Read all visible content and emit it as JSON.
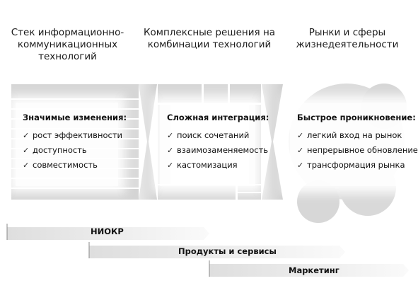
{
  "columns": [
    {
      "title": "Стек информационно-коммуникационных технологий",
      "heading": "Значимые изменения:",
      "items": [
        "рост эффективности",
        "доступность",
        "совместимость"
      ]
    },
    {
      "title": "Комплексные решения на комбинации технологий",
      "heading": "Сложная интеграция:",
      "items": [
        "поиск сочетаний",
        "взаимозаменяемость",
        "кастомизация"
      ]
    },
    {
      "title": "Рынки и сферы жизнедеятельности",
      "heading": "Быстрое проникновение:",
      "items": [
        "легкий вход на рынок",
        "непрерывное обновление",
        "трансформация рынка"
      ]
    }
  ],
  "bars": [
    {
      "label": "НИОКР"
    },
    {
      "label": "Продукты и сервисы"
    },
    {
      "label": "Маркетинг"
    }
  ],
  "colors": {
    "bar_start": "#e2e2e2",
    "bar_end": "#ffffff",
    "block": "#d2d2d2",
    "line": "#8a8a8a"
  },
  "icons": {
    "bullet": "check-icon"
  }
}
